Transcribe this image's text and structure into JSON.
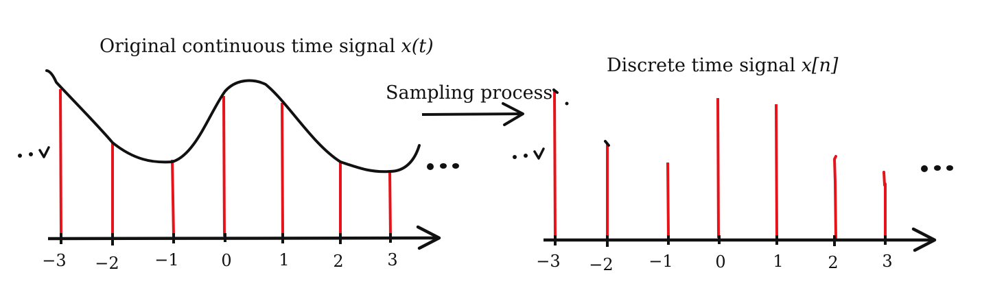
{
  "left_panel": {
    "title_prefix": "Original continuous time signal ",
    "title_math": "x(t)",
    "ellipsis_left": "···",
    "ellipsis_right": "···",
    "tick_labels": [
      "−3",
      "−2",
      "−1",
      "0",
      "1",
      "2",
      "3"
    ]
  },
  "arrow_label": "Sampling process",
  "right_panel": {
    "title_prefix": "Discrete time signal ",
    "title_math": "x[n]",
    "ellipsis_left": "···",
    "ellipsis_right": "···",
    "tick_labels": [
      "−3",
      "−2",
      "−1",
      "0",
      "1",
      "2",
      "3"
    ]
  },
  "colors": {
    "ink": "#111111",
    "samples": "#e8121b"
  }
}
